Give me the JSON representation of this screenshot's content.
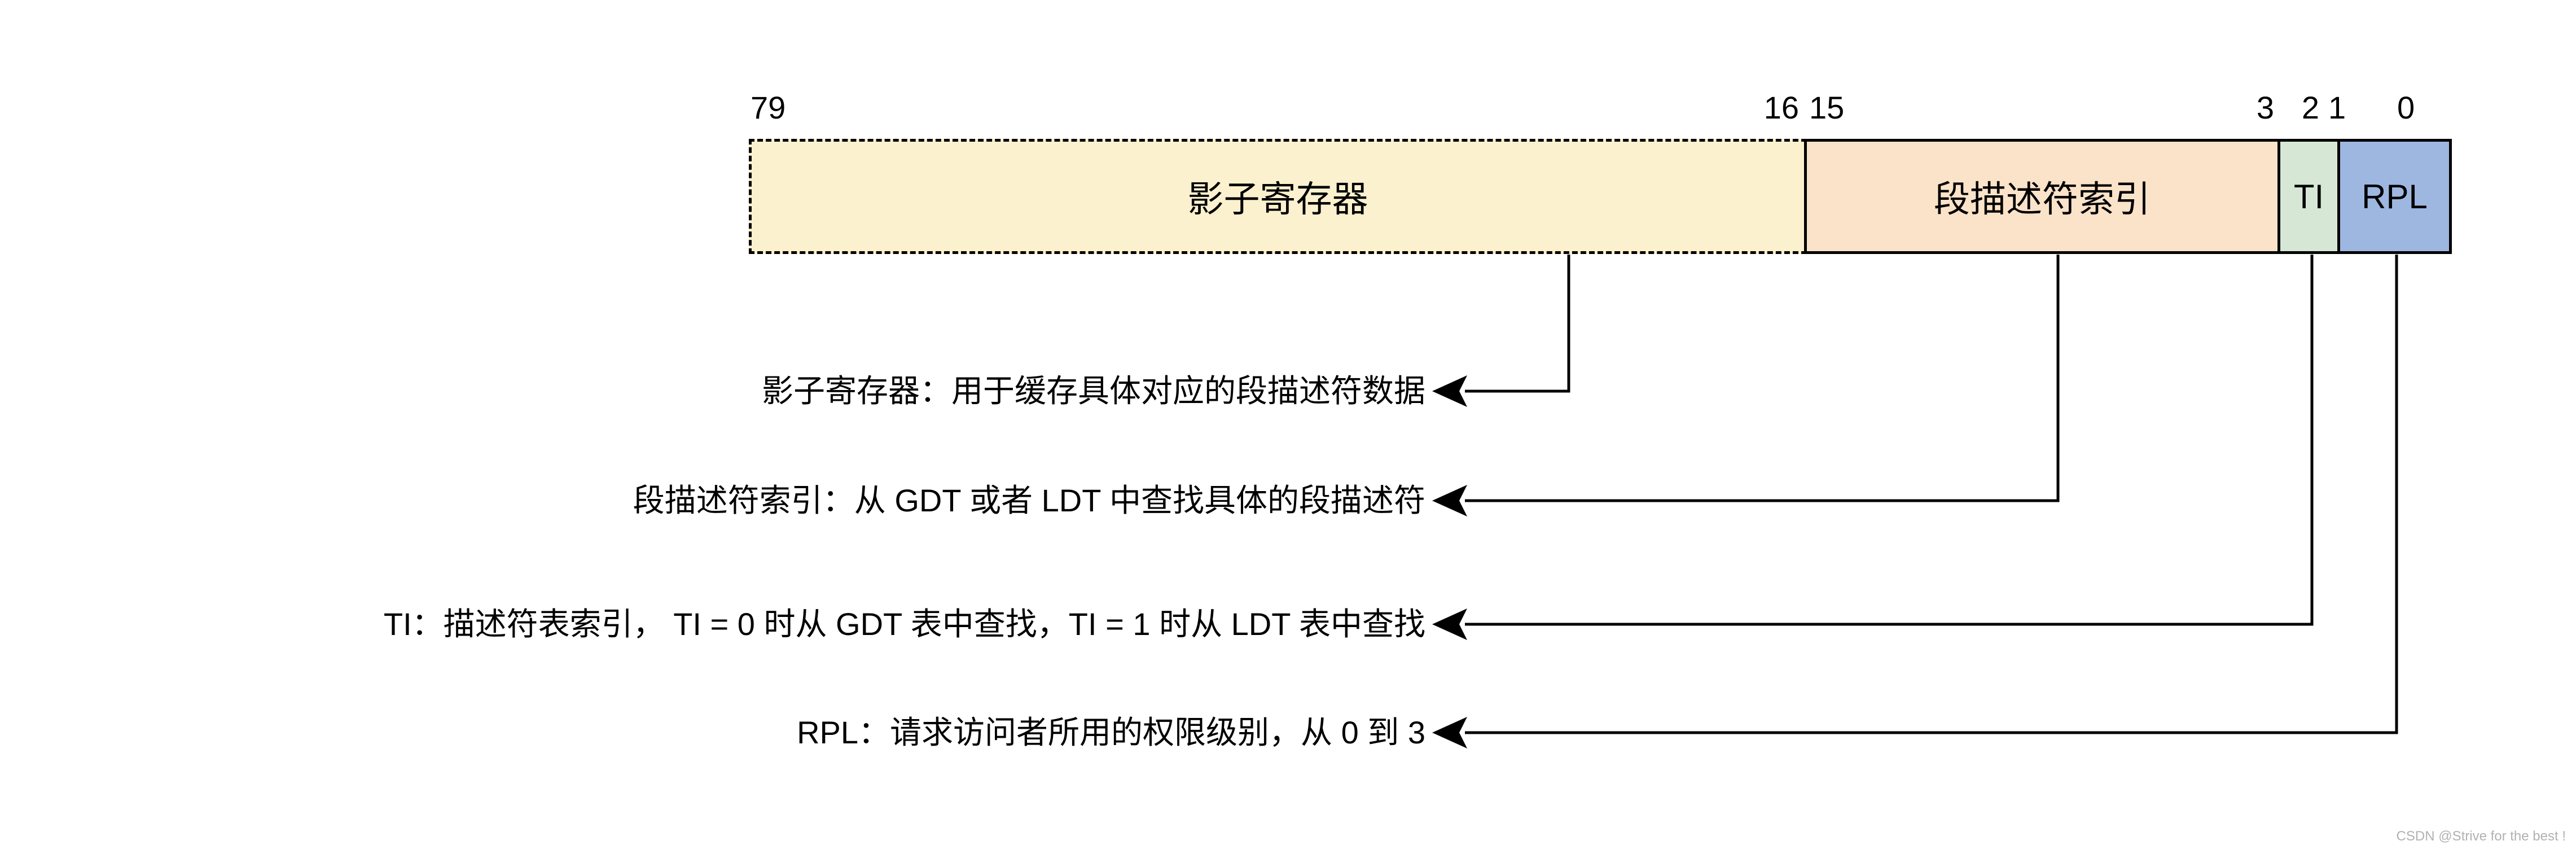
{
  "diagram": {
    "bit_labels": [
      "79",
      "16",
      "15",
      "3",
      "2",
      "1",
      "0"
    ],
    "fields": [
      {
        "name": "影子寄存器",
        "color": "#FCF1CF"
      },
      {
        "name": "段描述符索引",
        "color": "#FBE3C9"
      },
      {
        "name": "TI",
        "color": "#D6E8D5"
      },
      {
        "name": "RPL",
        "color": "#9EB7E1"
      }
    ],
    "annotations": [
      {
        "text": "影子寄存器：用于缓存具体对应的段描述符数据"
      },
      {
        "text": "段描述符索引：从 GDT 或者 LDT 中查找具体的段描述符"
      },
      {
        "text": "TI：描述符表索引， TI = 0 时从 GDT 表中查找，TI = 1 时从 LDT 表中查找"
      },
      {
        "text": "RPL：请求访问者所用的权限级别，从 0 到 3"
      }
    ],
    "line_color": "#000000",
    "watermark": "CSDN @Strive for the best !"
  }
}
